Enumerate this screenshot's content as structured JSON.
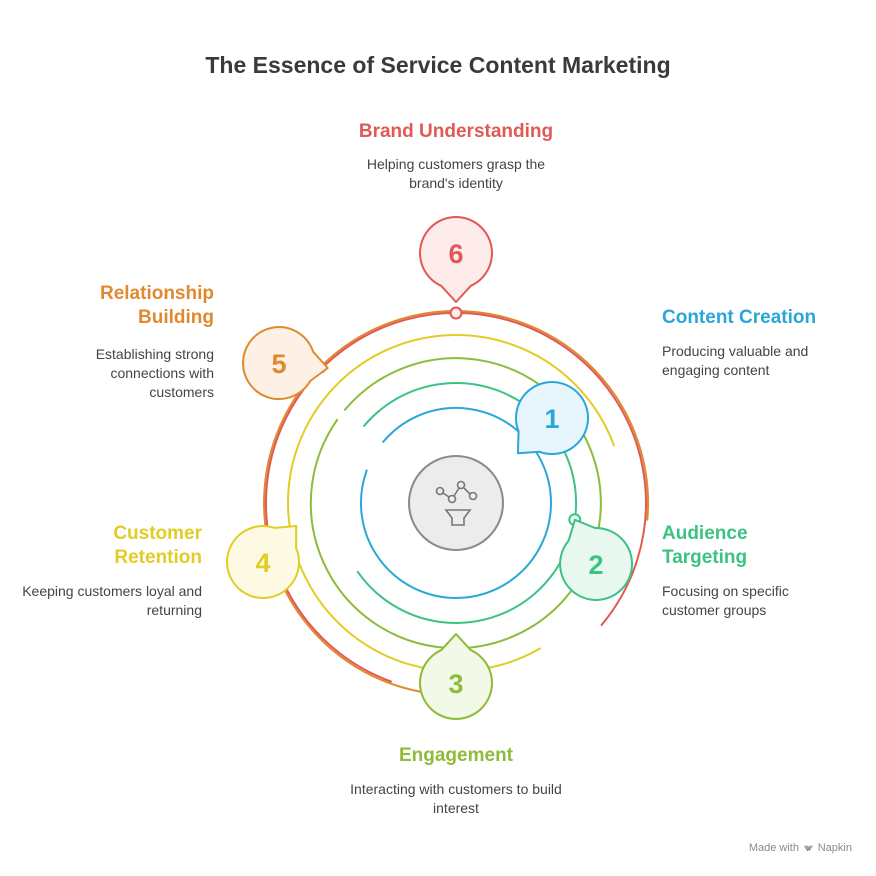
{
  "title": "The Essence of Service Content Marketing",
  "steps": [
    {
      "number": "1",
      "label": "Content Creation",
      "description": "Producing valuable and engaging content",
      "color": "#2aa7d8",
      "fill": "#e6f6fc"
    },
    {
      "number": "2",
      "label": "Audience Targeting",
      "description": "Focusing on specific customer groups",
      "color": "#3cc283",
      "fill": "#e8f8f0"
    },
    {
      "number": "3",
      "label": "Engagement",
      "description": "Interacting with customers to build interest",
      "color": "#8cbc3a",
      "fill": "#f2f9e6"
    },
    {
      "number": "4",
      "label": "Customer Retention",
      "description": "Keeping customers loyal and returning",
      "color": "#e2cc25",
      "fill": "#fdfae4"
    },
    {
      "number": "5",
      "label": "Relationship Building",
      "description": "Establishing strong connections with customers",
      "color": "#e0892f",
      "fill": "#fdf1e6"
    },
    {
      "number": "6",
      "label": "Brand Understanding",
      "description": "Helping customers grasp the brand's identity",
      "color": "#e05a55",
      "fill": "#fdeceb"
    }
  ],
  "center_icon": "funnel-network-icon",
  "watermark": {
    "text": "Made with",
    "brand": "Napkin",
    "icon": "napkin-logo-icon"
  }
}
